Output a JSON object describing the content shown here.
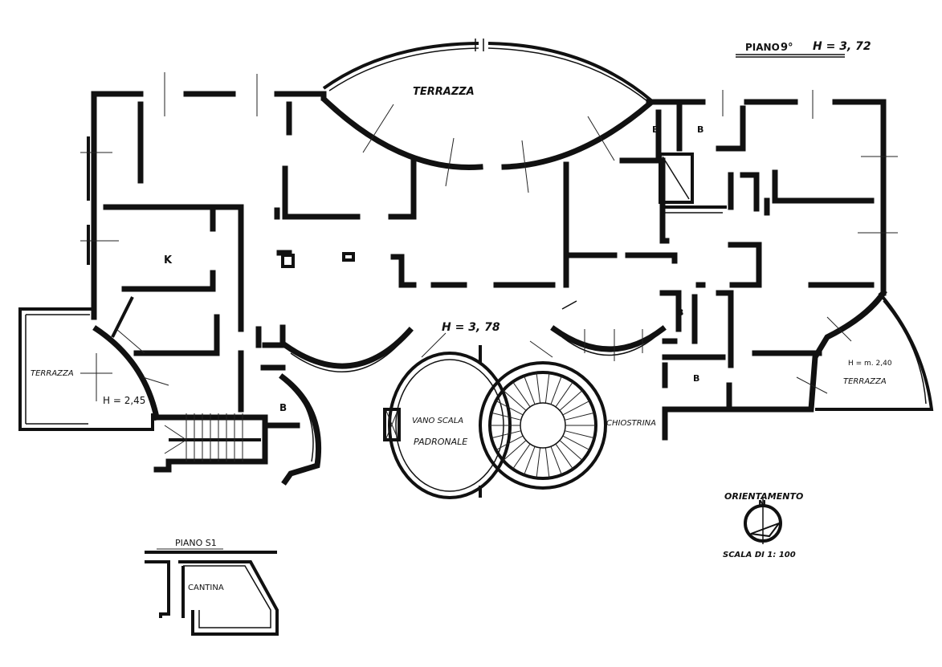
{
  "title": {
    "piano": "PIANO",
    "level": "9°",
    "height": "H = 3, 72"
  },
  "labels": {
    "terrazza_top": "TERRAZZA",
    "terrazza_left": "TERRAZZA",
    "terrazza_right": "TERRAZZA",
    "h_left": "H = 2,45",
    "h_center": "H = 3, 78",
    "h_right": "H = m. 2,40",
    "room_k": "K",
    "bath_1": "B",
    "bath_2": "B",
    "bath_3": "B",
    "bath_4": "B",
    "bath_5": "B",
    "vano_scala_1": "VANO SCALA",
    "vano_scala_2": "PADRONALE",
    "chiostrina": "CHIOSTRINA"
  },
  "orientation": {
    "label": "ORIENTAMENTO",
    "north": "N",
    "scale": "SCALA DI 1: 100"
  },
  "basement": {
    "title": "PIANO S1",
    "cantina": "CANTINA"
  }
}
